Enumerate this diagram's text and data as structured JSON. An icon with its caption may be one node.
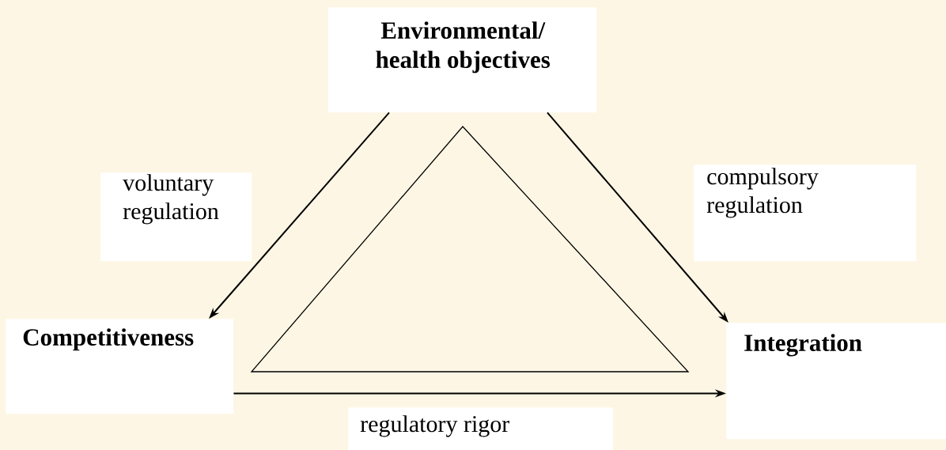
{
  "diagram": {
    "nodes": [
      {
        "text": [
          "Environmental/ health objectives"
        ]
      },
      {
        "text": [
          "voluntary regulation"
        ]
      },
      {
        "text": [
          "compulsory regulation"
        ]
      },
      {
        "text": [
          "Competitiveness"
        ]
      },
      {
        "text": [
          "Integration"
        ]
      },
      {
        "text": [
          "regulatory rigor"
        ]
      }
    ],
    "edges": [
      {
        "from": 0,
        "to": 3,
        "arrow": "to"
      },
      {
        "from": 0,
        "to": 4,
        "arrow": "to"
      },
      {
        "from": 3,
        "to": 4,
        "arrow": "to"
      }
    ]
  }
}
